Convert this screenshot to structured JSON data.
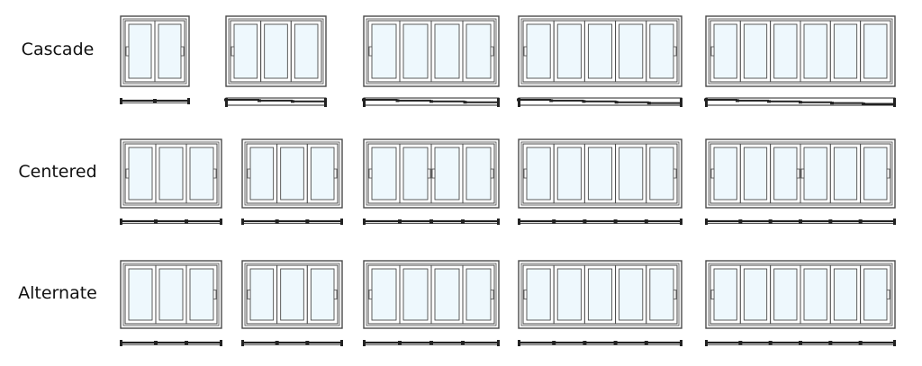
{
  "rows": [
    {
      "label": "Cascade",
      "key": "cascade",
      "doors": [
        {
          "panels": 2,
          "handles": "both-ends"
        },
        {
          "panels": 3,
          "handles": "left-end"
        },
        {
          "panels": 4,
          "handles": "both-ends"
        },
        {
          "panels": 5,
          "handles": "both-ends"
        },
        {
          "panels": 6,
          "handles": "left-end"
        }
      ]
    },
    {
      "label": "Centered",
      "key": "centered",
      "doors": [
        {
          "panels": 3,
          "handles": "both-ends"
        },
        {
          "panels": 3,
          "handles": "both-ends"
        },
        {
          "panels": 4,
          "handles": "ends-and-center"
        },
        {
          "panels": 5,
          "handles": "both-ends"
        },
        {
          "panels": 6,
          "handles": "ends-and-center"
        }
      ]
    },
    {
      "label": "Alternate",
      "key": "alternate",
      "doors": [
        {
          "panels": 3,
          "handles": "right-end"
        },
        {
          "panels": 3,
          "handles": "both-ends"
        },
        {
          "panels": 4,
          "handles": "both-ends"
        },
        {
          "panels": 5,
          "handles": "both-ends"
        },
        {
          "panels": 6,
          "handles": "both-ends"
        }
      ]
    }
  ],
  "colors": {
    "frame": "#4a4a4a",
    "glass": "#eef8fd",
    "track": "#222222"
  }
}
